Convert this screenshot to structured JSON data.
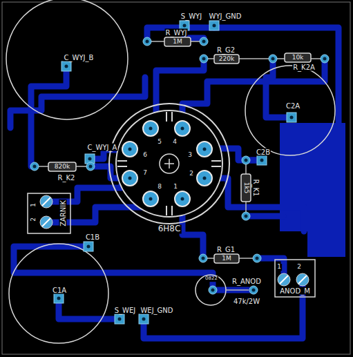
{
  "diagram": {
    "labels": [
      "S_WYJ",
      "WYJ_GND",
      "R_WYJ",
      "1M",
      "C_WYJ_B",
      "R_G2",
      "220k",
      "10k",
      "R_K2A",
      "C2A",
      "C_WYJ_A",
      "C2B",
      "5",
      "4",
      "6",
      "3",
      "7",
      "2",
      "8",
      "1",
      "820k",
      "R_K2",
      "1k5",
      "R_K1",
      "1",
      "2",
      "ZARNIK",
      "6H8C",
      "C1B",
      "R_G1",
      "1M",
      "1",
      "2",
      "0822",
      "R_ANOD",
      "ANOD_M",
      "C1A",
      "47k/2W",
      "S_WEJ",
      "WEJ_GND"
    ]
  }
}
